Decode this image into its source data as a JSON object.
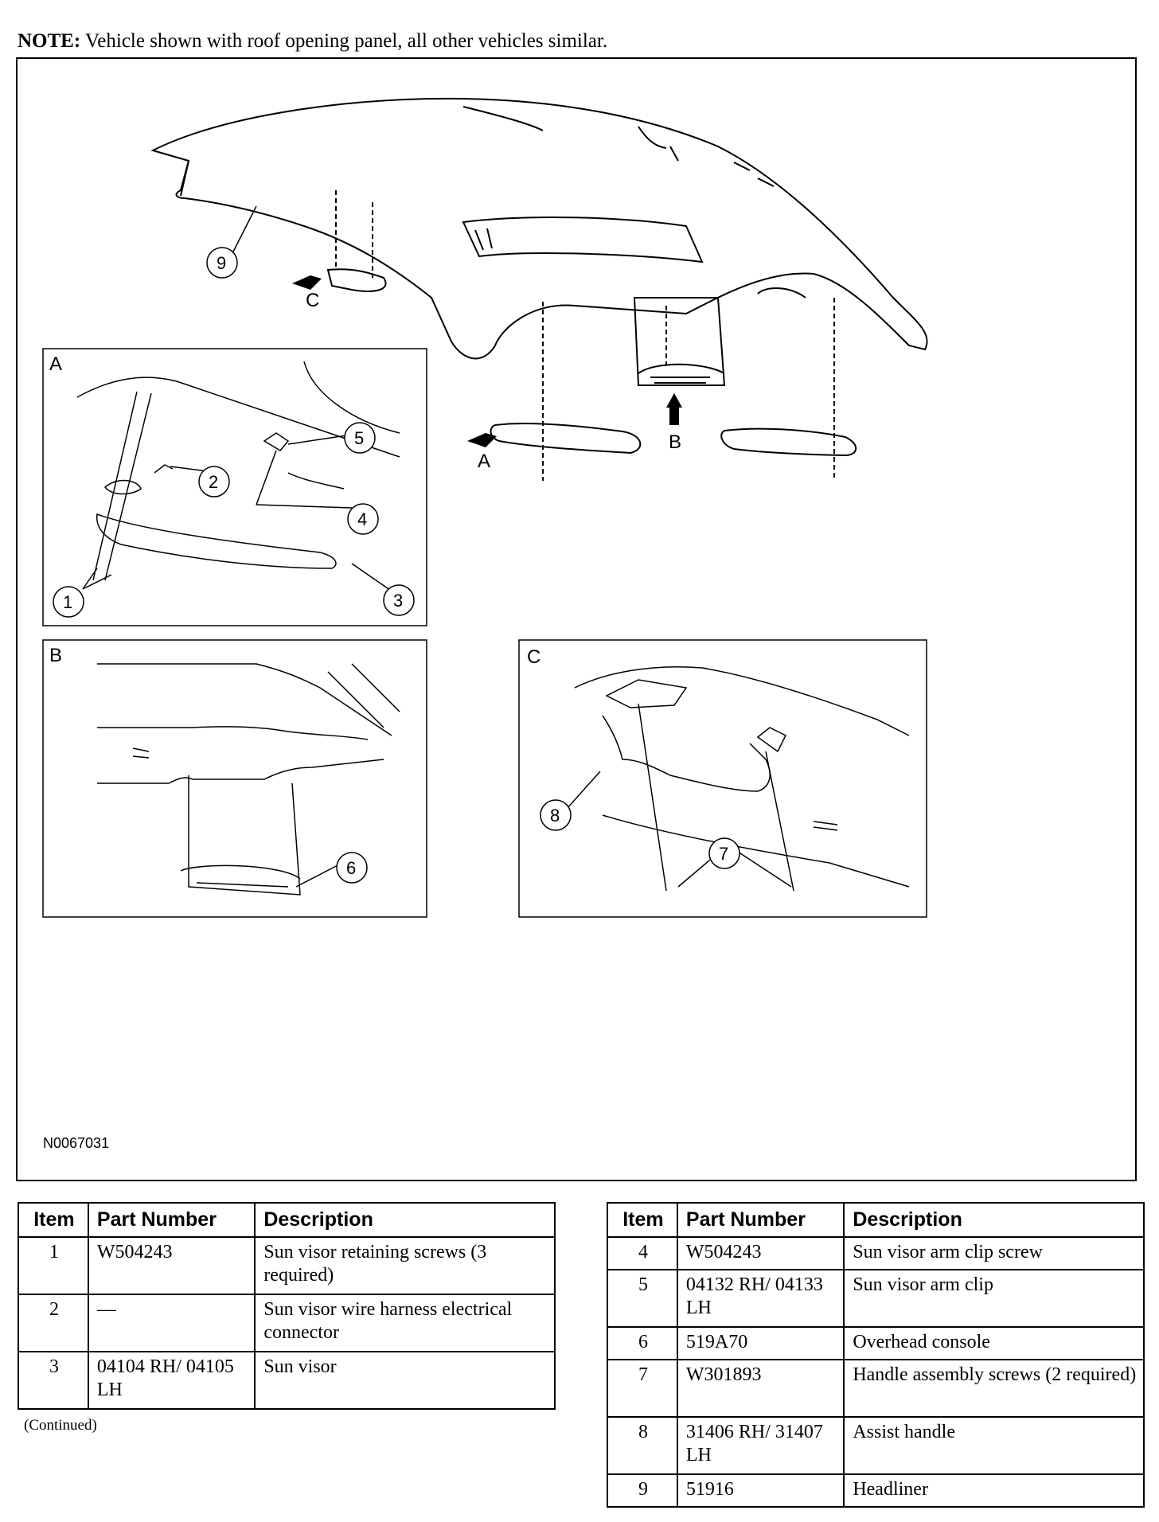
{
  "note": {
    "label": "NOTE:",
    "text": "Vehicle shown with roof opening panel, all other vehicles similar."
  },
  "figure": {
    "id": "N0067031",
    "views": [
      "A",
      "B",
      "C"
    ],
    "arrows": [
      "A",
      "B",
      "C"
    ],
    "callouts": [
      "1",
      "2",
      "3",
      "4",
      "5",
      "6",
      "7",
      "8",
      "9"
    ]
  },
  "table_headers": {
    "item": "Item",
    "part_number": "Part Number",
    "description": "Description"
  },
  "table_left": [
    {
      "item": "1",
      "part": "W504243",
      "desc": "Sun visor retaining screws (3 required)"
    },
    {
      "item": "2",
      "part": "—",
      "desc": "Sun visor wire harness electrical connector"
    },
    {
      "item": "3",
      "part": "04104 RH/ 04105 LH",
      "desc": "Sun visor"
    }
  ],
  "table_right": [
    {
      "item": "4",
      "part": "W504243",
      "desc": "Sun visor arm clip screw"
    },
    {
      "item": "5",
      "part": "04132 RH/ 04133 LH",
      "desc": "Sun visor arm clip"
    },
    {
      "item": "6",
      "part": "519A70",
      "desc": "Overhead console"
    },
    {
      "item": "7",
      "part": "W301893",
      "desc": "Handle assembly screws (2 required)"
    },
    {
      "item": "8",
      "part": "31406 RH/ 31407 LH",
      "desc": "Assist handle"
    },
    {
      "item": "9",
      "part": "51916",
      "desc": "Headliner"
    }
  ],
  "continued": "(Continued)"
}
